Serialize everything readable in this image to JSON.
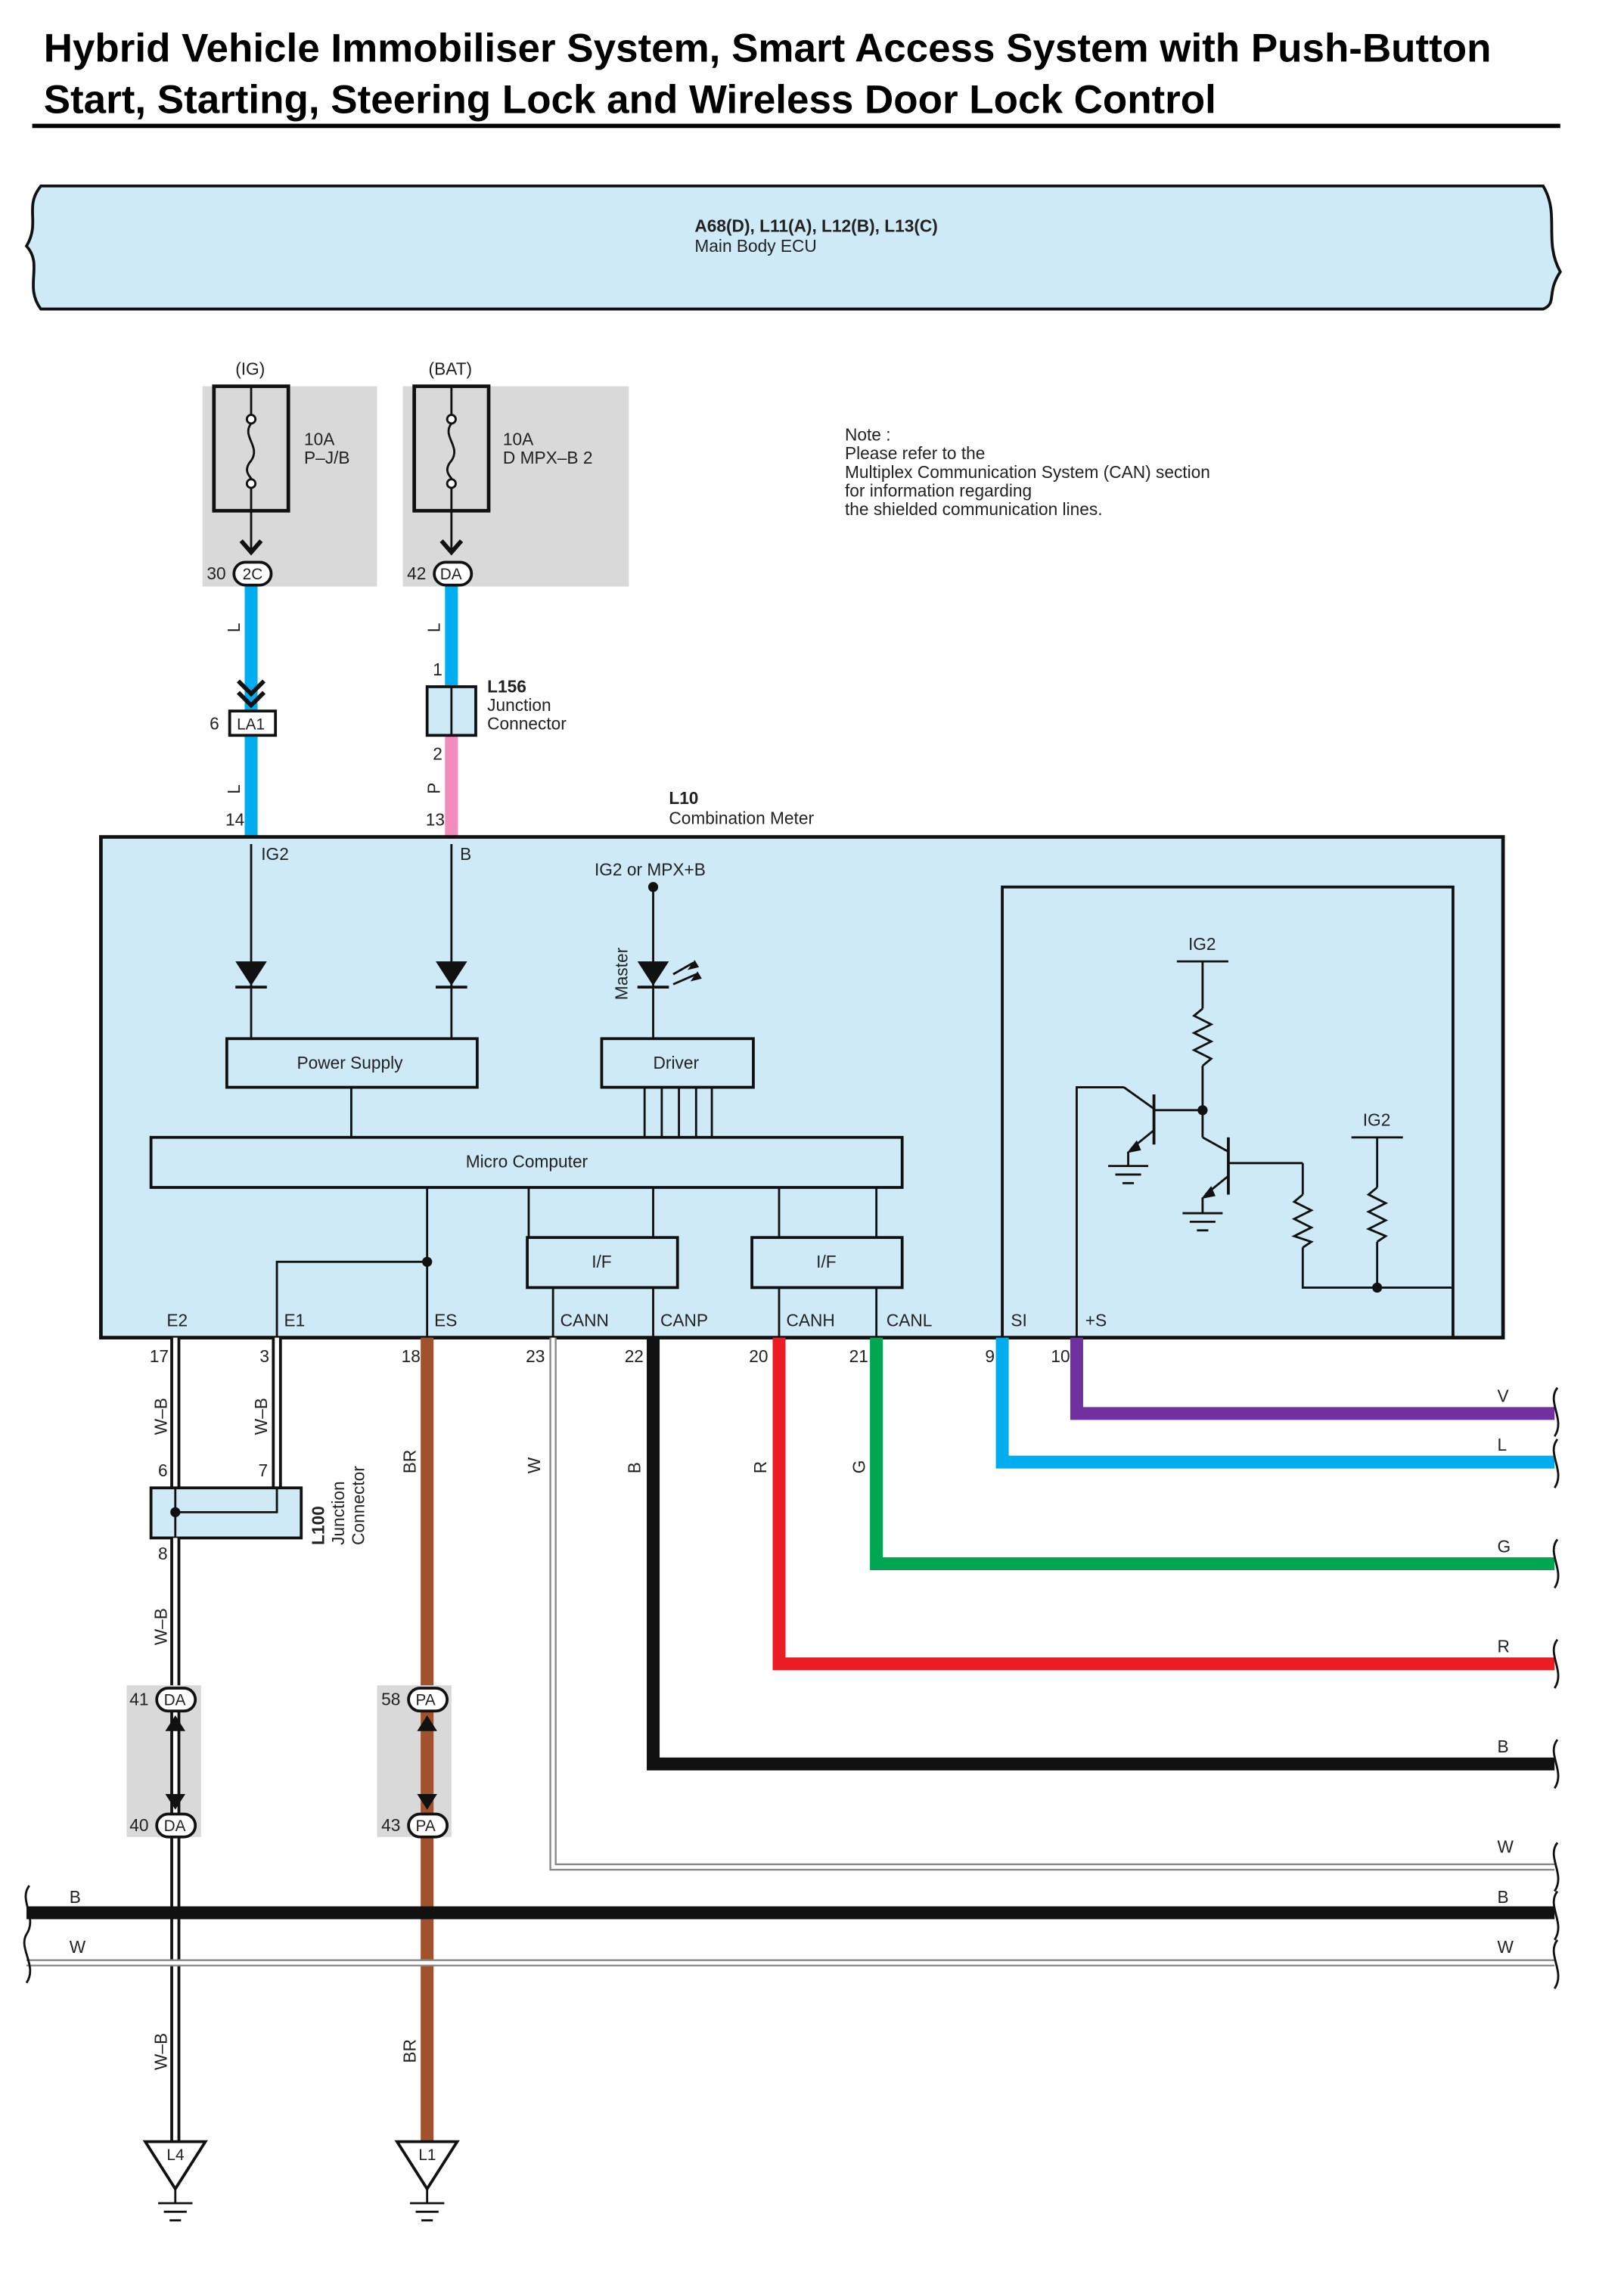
{
  "title": {
    "line1": "Hybrid Vehicle Immobiliser System, Smart Access System with Push-Button",
    "line2": "Start, Starting, Steering Lock and Wireless Door Lock Control"
  },
  "ecu": {
    "code": "A68(D), L11(A), L12(B), L13(C)",
    "name": "Main Body ECU"
  },
  "fuses": [
    {
      "circuit": "(IG)",
      "rating": "10A",
      "name": "P–J/B",
      "pin": "30",
      "conn": "2C"
    },
    {
      "circuit": "(BAT)",
      "rating": "10A",
      "name": "D MPX–B 2",
      "pin": "42",
      "conn": "DA"
    }
  ],
  "note": {
    "lines": [
      "Note :",
      "Please refer to the",
      "Multiplex Communication System (CAN) section",
      "for information regarding",
      "the shielded communication lines."
    ]
  },
  "la1": {
    "pin": "6",
    "label": "LA1"
  },
  "l156": {
    "code": "L156",
    "name1": "Junction",
    "name2": "Connector",
    "pin_top": "1",
    "pin_bottom": "2"
  },
  "meter": {
    "code": "L10",
    "name": "Combination Meter",
    "pins_top": [
      {
        "num": "14",
        "name": "IG2"
      },
      {
        "num": "13",
        "name": "B"
      }
    ],
    "led_supply": "IG2 or MPX+B",
    "led_label": "Master",
    "power_supply": "Power Supply",
    "driver": "Driver",
    "micro": "Micro Computer",
    "if1": "I/F",
    "if2": "I/F",
    "ig2_a": "IG2",
    "ig2_b": "IG2",
    "pins_bottom": [
      {
        "name": "E2",
        "num": "17"
      },
      {
        "name": "E1",
        "num": "3"
      },
      {
        "name": "ES",
        "num": "18"
      },
      {
        "name": "CANN",
        "num": "23"
      },
      {
        "name": "CANP",
        "num": "22"
      },
      {
        "name": "CANH",
        "num": "20"
      },
      {
        "name": "CANL",
        "num": "21"
      },
      {
        "name": "SI",
        "num": "9"
      },
      {
        "name": "+S",
        "num": "10"
      }
    ]
  },
  "wire_colors": {
    "L_top1": "L",
    "L_top2": "L",
    "L_top3": "L",
    "P": "P",
    "WB1": "W–B",
    "WB2": "W–B",
    "WB3": "W–B",
    "WB4": "W–B",
    "BR1": "BR",
    "BR2": "BR",
    "W_can": "W",
    "B_can": "B",
    "R_can": "R",
    "G_can": "G"
  },
  "l100": {
    "code": "L100",
    "name1": "Junction",
    "name2": "Connector",
    "pin6": "6",
    "pin7": "7",
    "pin8": "8"
  },
  "connectors": [
    {
      "pin": "41",
      "conn": "DA"
    },
    {
      "pin": "40",
      "conn": "DA"
    },
    {
      "pin": "58",
      "conn": "PA"
    },
    {
      "pin": "43",
      "conn": "PA"
    }
  ],
  "right_labels": [
    "V",
    "L",
    "G",
    "R",
    "B",
    "W",
    "B",
    "W"
  ],
  "bus_left": [
    "B",
    "W"
  ],
  "grounds": [
    "L4",
    "L1"
  ],
  "colors": {
    "light_blue": "#cfeaf7",
    "gray": "#d9d9d9",
    "wire_L": "#00aeef",
    "wire_P": "#f28cbf",
    "wire_BR": "#a0522d",
    "wire_R": "#ed1c24",
    "wire_G": "#00a651",
    "wire_V": "#7030a0",
    "wire_B": "#111111"
  }
}
